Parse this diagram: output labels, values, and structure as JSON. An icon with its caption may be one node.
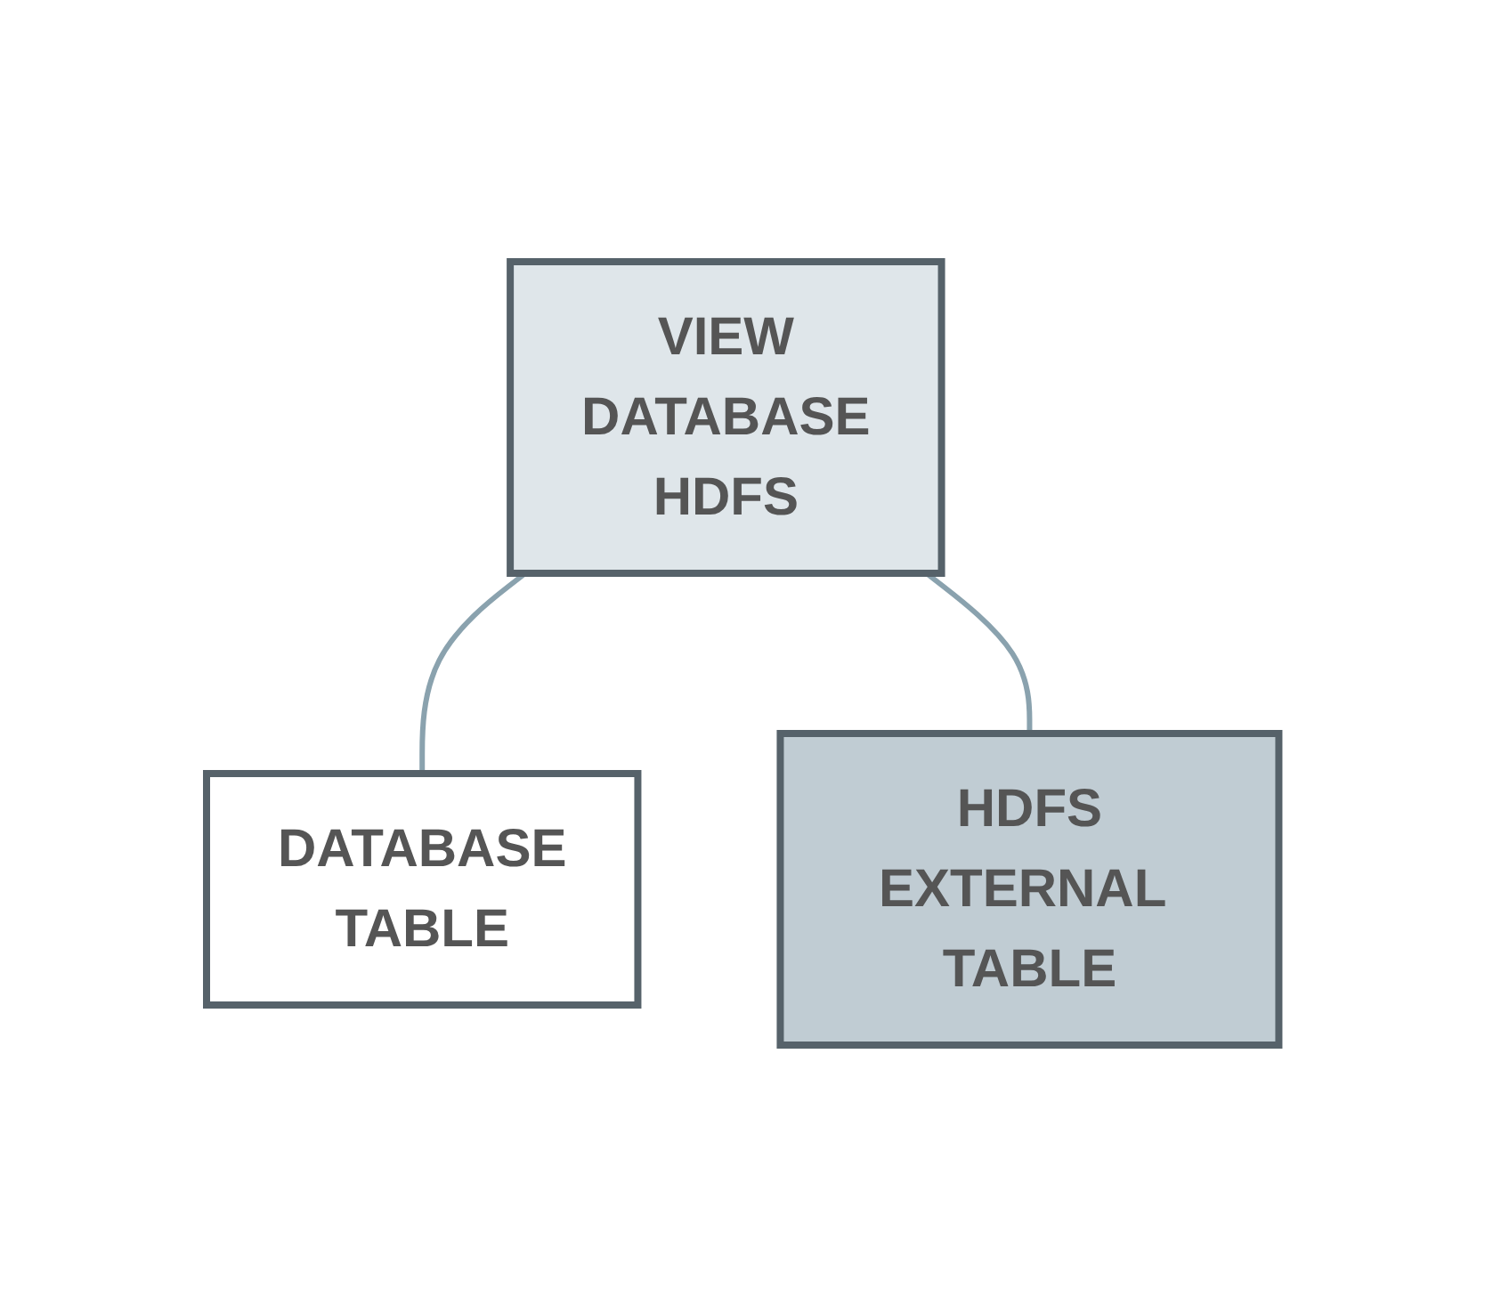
{
  "diagram": {
    "nodes": [
      {
        "text": [
          "VIEW",
          "DATABASE",
          "HDFS"
        ]
      },
      {
        "text": [
          "DATABASE",
          "TABLE"
        ]
      },
      {
        "text": [
          "HDFS",
          "EXTERNAL TABLE"
        ]
      }
    ],
    "edges": [
      {
        "from": 0,
        "to": 1,
        "arrow": "none"
      },
      {
        "from": 0,
        "to": 2,
        "arrow": "none"
      }
    ]
  }
}
